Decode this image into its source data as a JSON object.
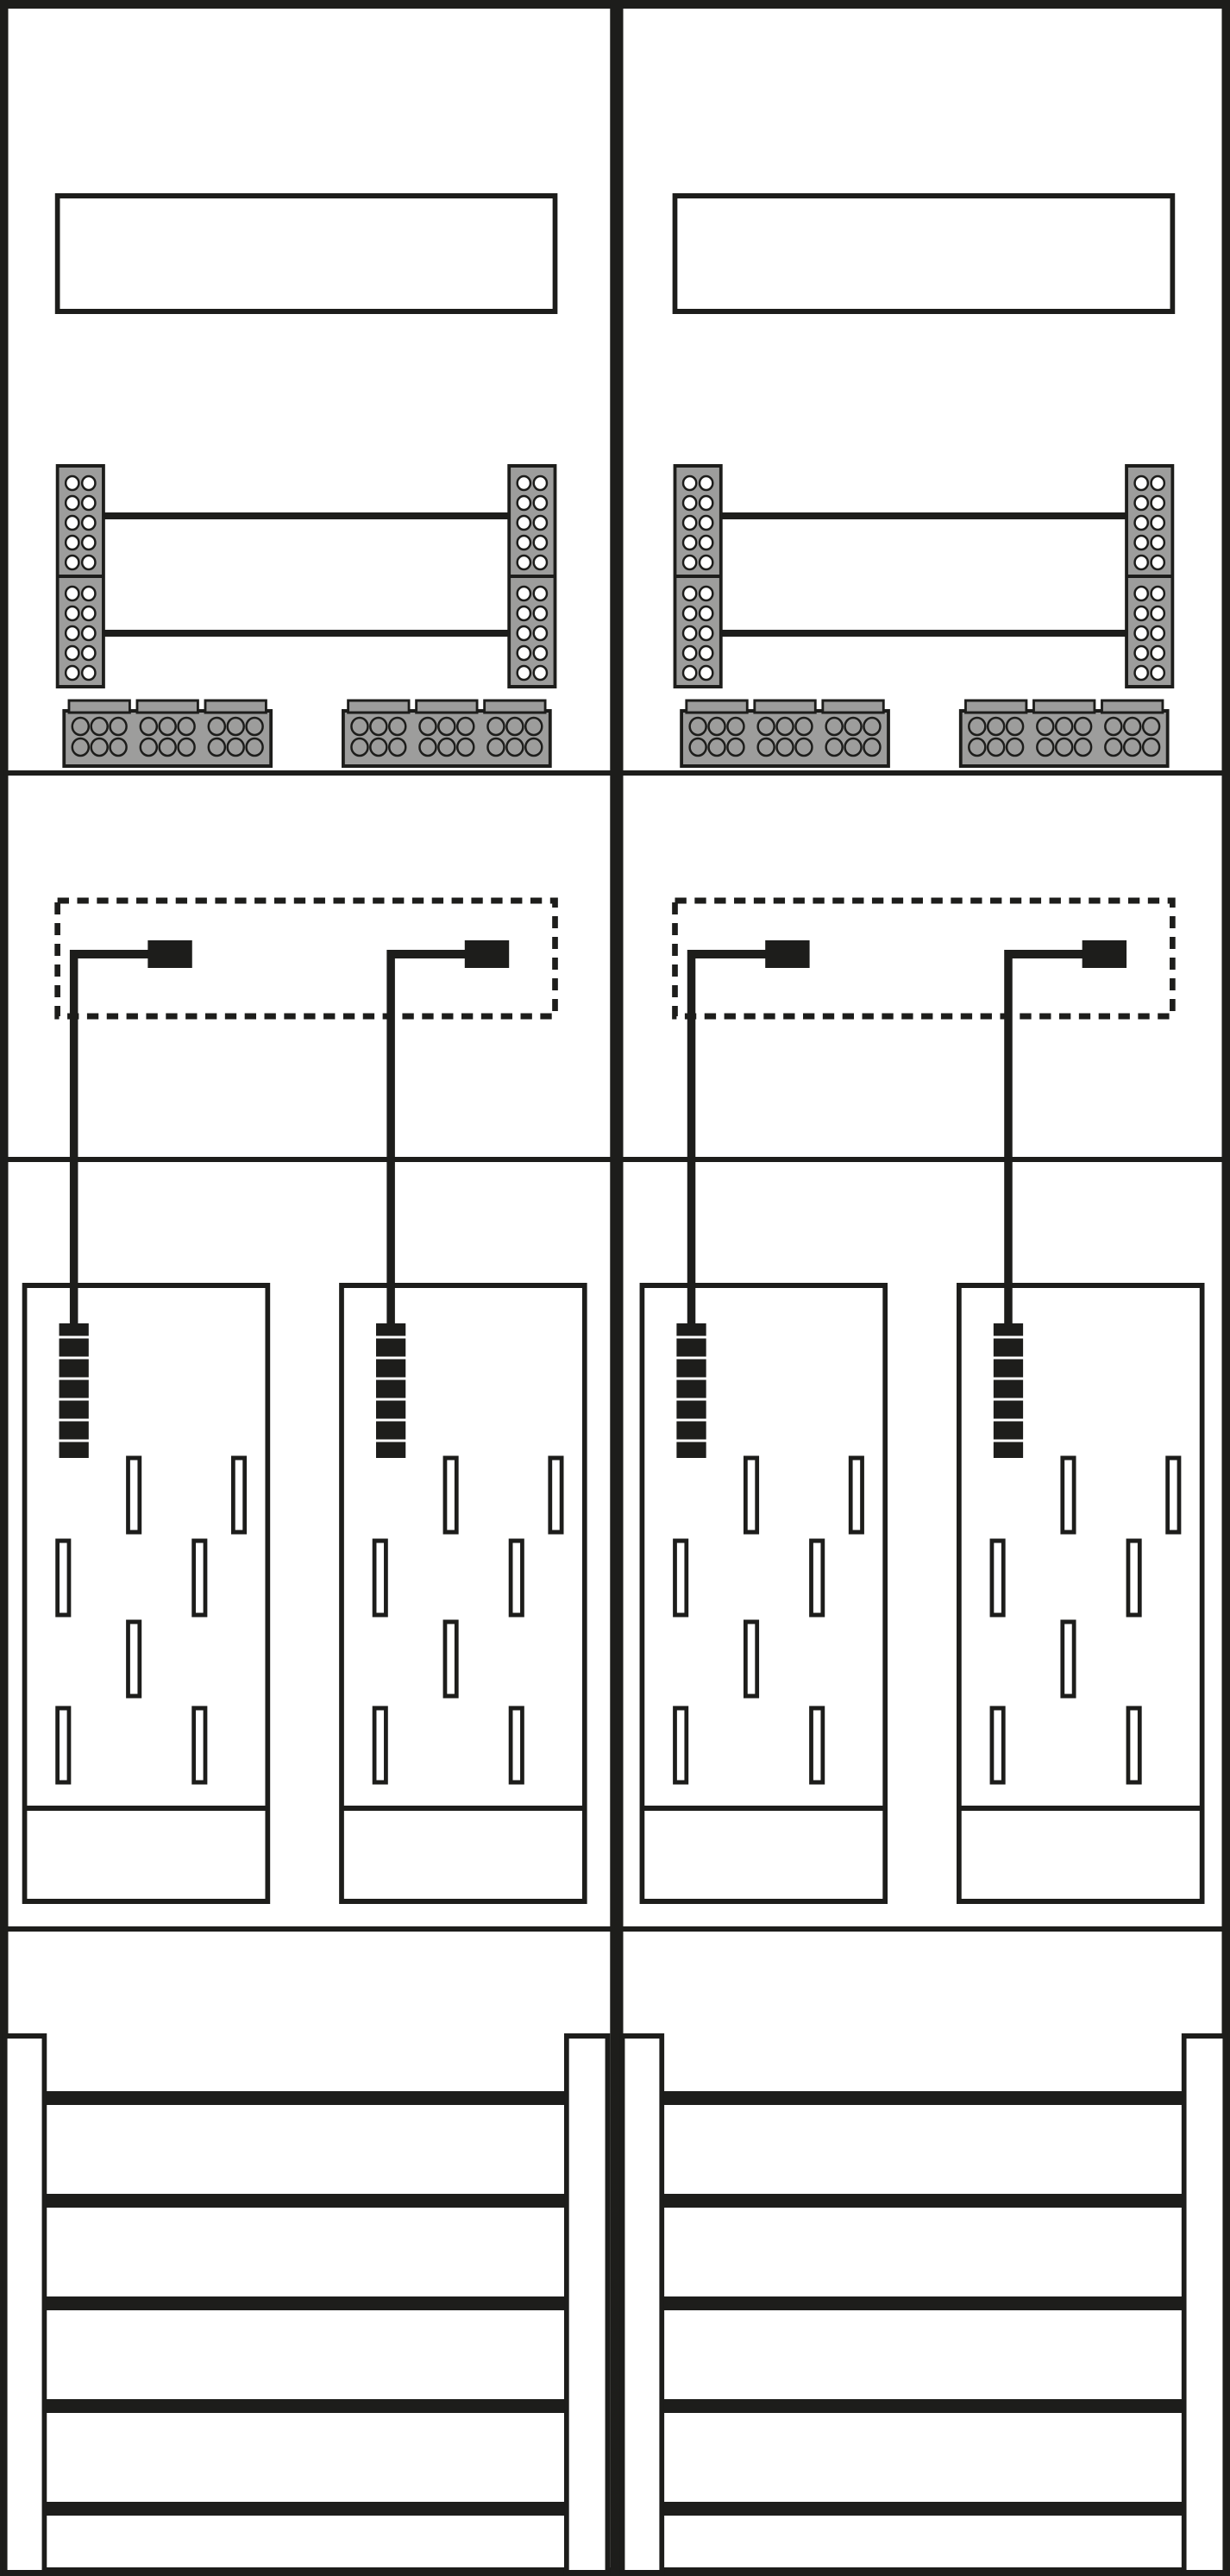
{
  "diagram": {
    "kind": "electrical-meter-cabinet-schematic",
    "columns": 2,
    "colors": {
      "stroke": "#1d1d1b",
      "background": "#ffffff",
      "terminal_fill": "#9d9d9c",
      "terminal_dark": "#1d1d1b"
    },
    "sections": [
      {
        "id": "upper-terminal-field",
        "components": [
          "label-strip",
          "vertical-terminal-blocks",
          "busbars",
          "horizontal-terminal-blocks"
        ]
      },
      {
        "id": "control-field",
        "components": [
          "dashed-device-area",
          "connector-plugs",
          "wiring"
        ]
      },
      {
        "id": "meter-field",
        "meters_per_column": 2
      },
      {
        "id": "busbar-field",
        "rails_per_column": 5
      }
    ]
  }
}
